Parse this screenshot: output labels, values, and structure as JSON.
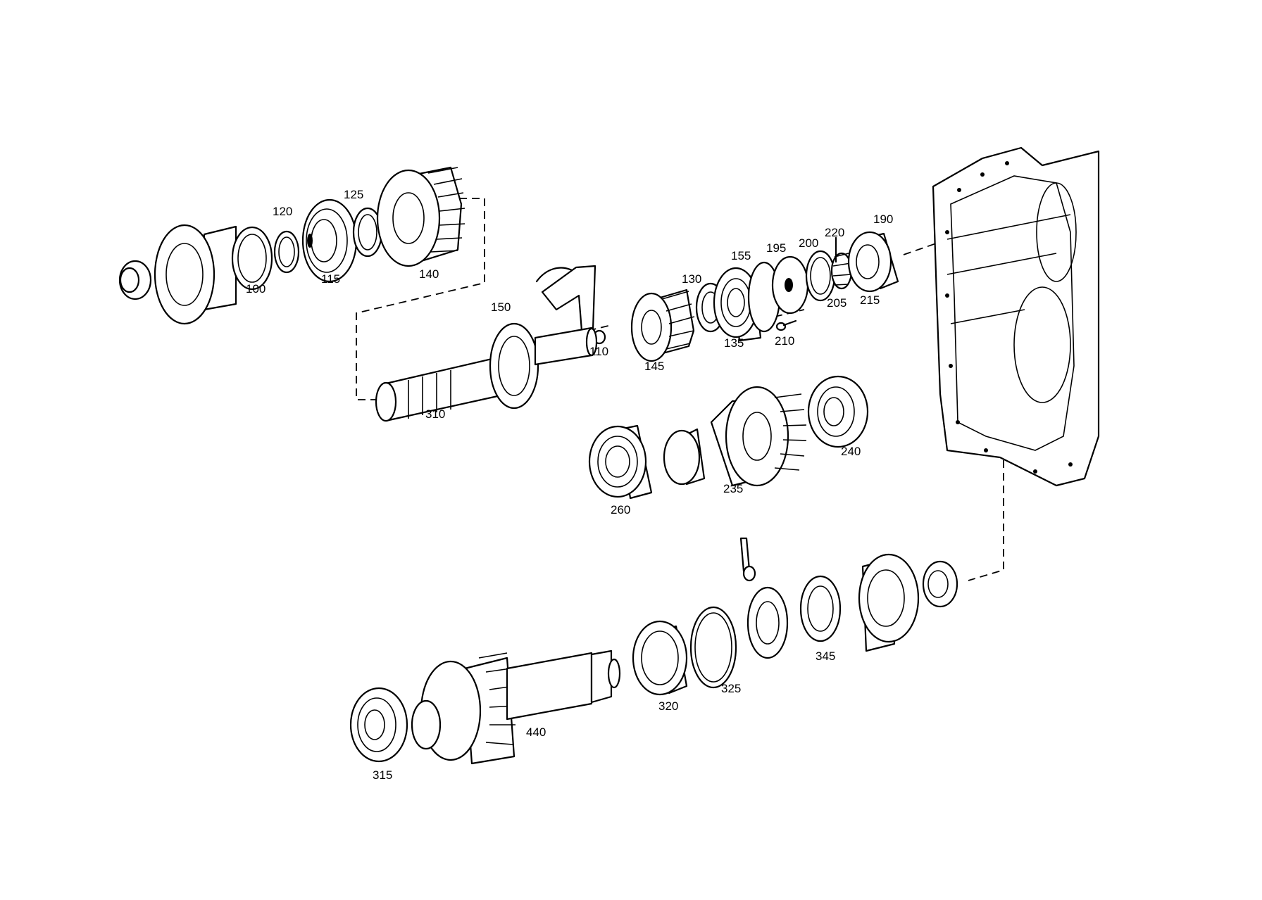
{
  "part_numbers": [
    "100",
    "110",
    "115",
    "120",
    "125",
    "130",
    "135",
    "140",
    "145",
    "150",
    "155",
    "190",
    "195",
    "200",
    "205",
    "210",
    "215",
    "220",
    "235",
    "240",
    "260",
    "310",
    "315",
    "320",
    "325",
    "345",
    "440"
  ]
}
